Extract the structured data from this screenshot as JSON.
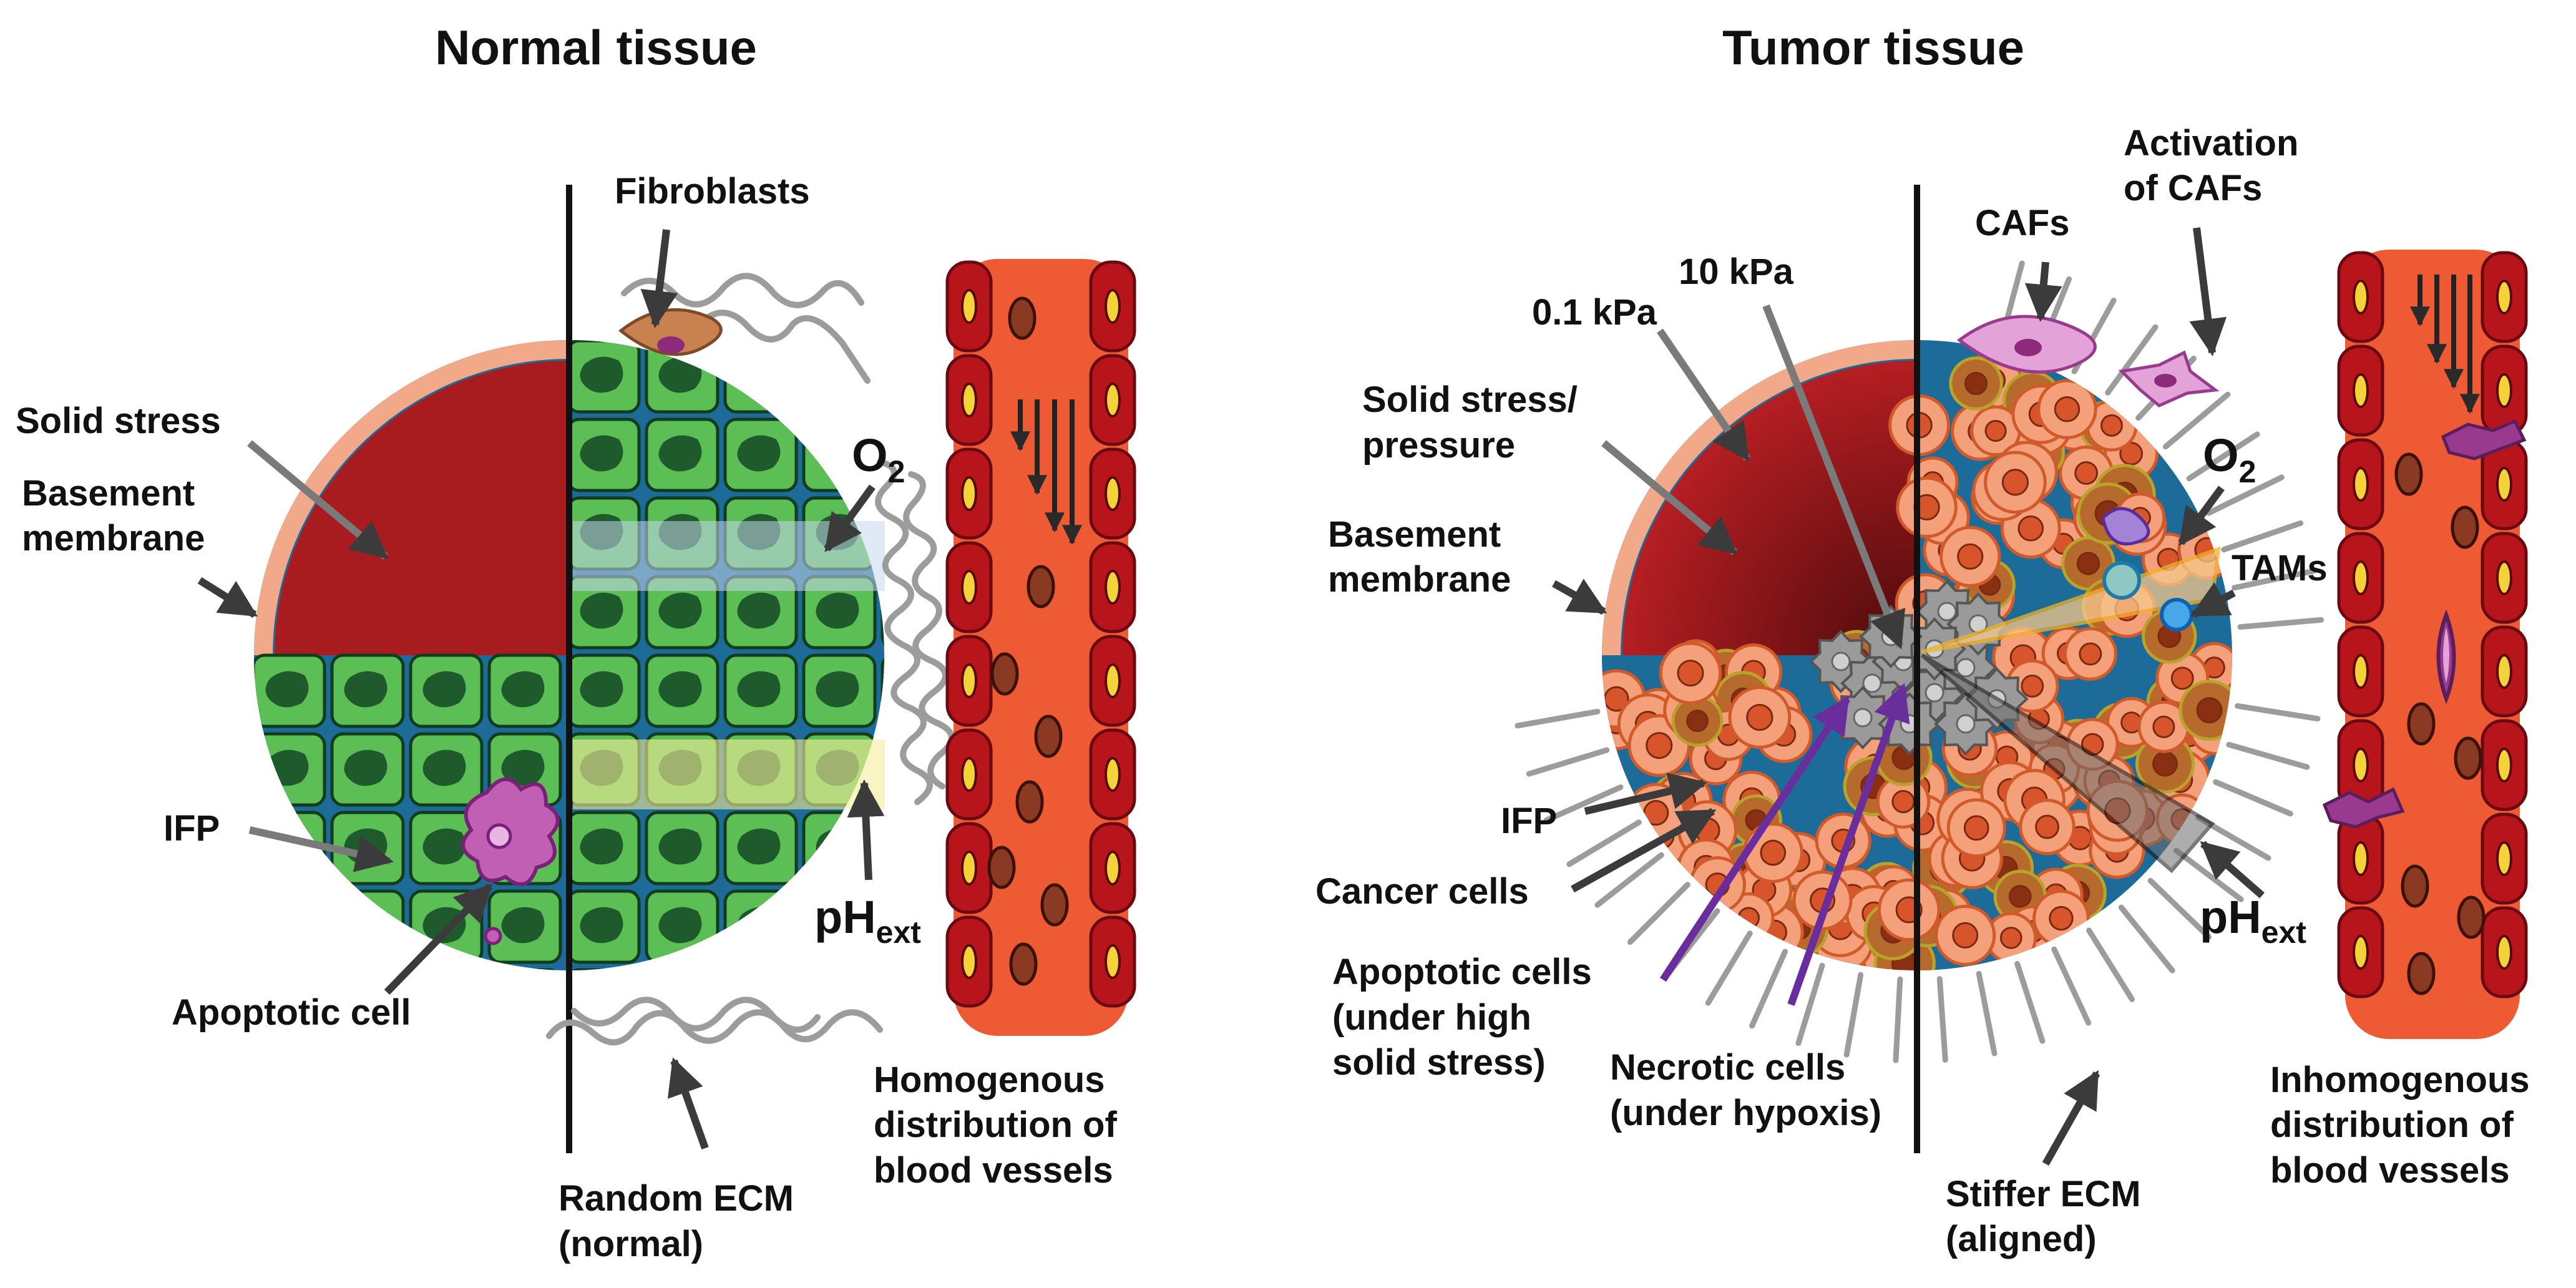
{
  "normal": {
    "title": "Normal tissue",
    "fibroblasts": "Fibroblasts",
    "solid_stress": "Solid stress",
    "basement_membrane": [
      "Basement",
      "membrane"
    ],
    "o2": {
      "main": "O",
      "sub": "2"
    },
    "ph": {
      "main": "pH",
      "sub": "ext"
    },
    "ifp": "IFP",
    "apoptotic_cell": "Apoptotic cell",
    "random_ecm": [
      "Random ECM",
      "(normal)"
    ],
    "vessels": [
      "Homogenous",
      "distribution of",
      "blood vessels"
    ]
  },
  "tumor": {
    "title": "Tumor tissue",
    "cafs": "CAFs",
    "activation": [
      "Activation",
      "of CAFs"
    ],
    "kpa_low": "0.1 kPa",
    "kpa_high": "10 kPa",
    "solid_stress": [
      "Solid stress/",
      "pressure"
    ],
    "basement_membrane": [
      "Basement",
      "membrane"
    ],
    "o2": {
      "main": "O",
      "sub": "2"
    },
    "tams": "TAMs",
    "ph": {
      "main": "pH",
      "sub": "ext"
    },
    "ifp": "IFP",
    "cancer_cells": "Cancer cells",
    "apoptotic_cells": [
      "Apoptotic cells",
      "(under high",
      "solid stress)"
    ],
    "necrotic_cells": [
      "Necrotic cells",
      "(under hypoxis)"
    ],
    "stiffer_ecm": [
      "Stiffer ECM",
      "(aligned)"
    ],
    "vessels": [
      "Inhomogenous",
      "distribution of",
      "blood vessels"
    ]
  },
  "colors": {
    "solid_stress": "#a81c20",
    "basement_membrane": "#f2a98a",
    "normal_cell": "#5cbf55",
    "normal_nucleus": "#1e5a2c",
    "matrix": "#1d6b98",
    "cancer_cell": "#f3a07b",
    "cancer_nucleus": "#d8542a",
    "vessel": "#ee5a34",
    "vessel_wall": "#b8141c",
    "apoptotic": "#c05fb4",
    "fibroblast": "#c98150",
    "caf": "#e4a3d8",
    "hypoxia_wedge": "#f7c98b",
    "ecm_fiber": "#9c9c9c"
  }
}
